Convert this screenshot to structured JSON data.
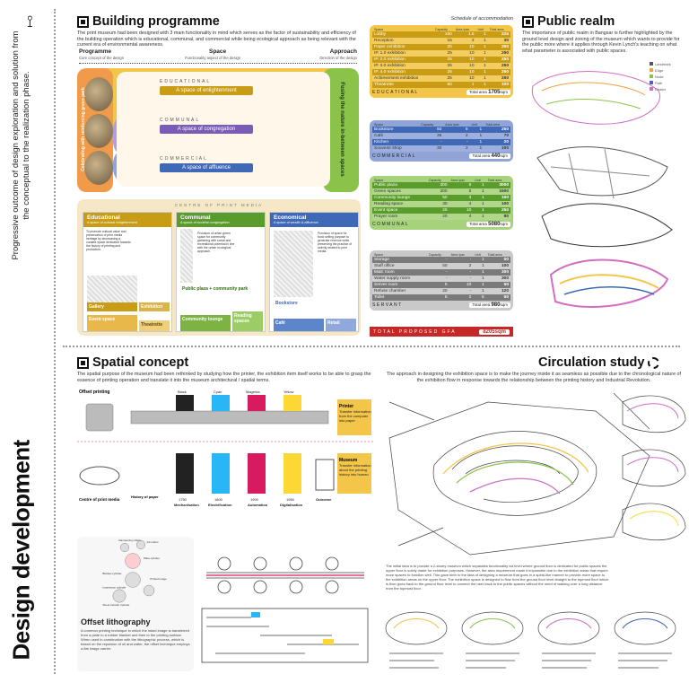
{
  "sidebar": {
    "title": "Design development",
    "subtitle": "Progressive outcome of design exploration and solution from the conceptual to the realization phase."
  },
  "building_programme": {
    "title": "Building programme",
    "description": "The print museum had been designed with 3 main functionality in mind which serves as the factor of sustainability and efficiency of the building operation which is educational, communal, and commercial while being ecological approach as being relevant with the current era of environmental awareness.",
    "programme_label": "Programme",
    "programme_sub": "Core concept of the design",
    "space_label": "Space",
    "space_sub": "Functionality aspect of the design",
    "approach_label": "Approach",
    "approach_sub": "Direction of the design",
    "left_vertical": "Celebrating with reinforcing green park",
    "right_vertical": "Fusing the nature in-between spaces",
    "flows": [
      {
        "label": "EDUCATIONAL",
        "pill": "A space of enlightenment"
      },
      {
        "label": "COMMUNAL",
        "pill": "A space of congregation"
      },
      {
        "label": "COMMERCIAL",
        "pill": "A space of affluence"
      }
    ],
    "cats_head": "CENTRE OF PRINT MEDIA",
    "cats": [
      {
        "title": "Educational",
        "sub": "A space of cultural enlightenment",
        "body": "To promote cultural value and preservation of print media heritage by showcasing a curated space dedicated towards the history of printing and production.",
        "blk1": "Gallery",
        "blk2": "Exhibition",
        "blk3": "Event space",
        "blk4": "Theatrette"
      },
      {
        "title": "Communal",
        "sub": "A space of societal congregation",
        "body": "Provision of urban green space for community gathering with social and recreational potential in line with the urban ecological approach.",
        "blk1": "Public plaza + community park",
        "blk2": "Community lounge",
        "blk3": "Reading spaces"
      },
      {
        "title": "Economical",
        "sub": "A space of wealth & affluence",
        "body": "Provision of space for book selling purpose to generate revenue while preserving the practice of activity related to print media.",
        "blk1": "Bookstore",
        "blk2": "Café",
        "blk3": "Retail"
      }
    ]
  },
  "schedule": {
    "title": "Schedule of accommodation",
    "headers": [
      "Space",
      "Capacity",
      "Area /pax",
      "Unit",
      "Total area"
    ],
    "educational": {
      "label": "EDUCATIONAL",
      "total": "1705",
      "unit": "sqm",
      "rows": [
        [
          "Lobby",
          "150",
          "1.5",
          "1",
          "225"
        ],
        [
          "Reception",
          "15",
          "2",
          "1",
          "30"
        ],
        [
          "Paper exhibition",
          "25",
          "10",
          "1",
          "250"
        ],
        [
          "IP. 1.0 exhibition",
          "25",
          "10",
          "1",
          "250"
        ],
        [
          "IP. 2.0 exhibition",
          "25",
          "10",
          "1",
          "250"
        ],
        [
          "IP. 3.0 exhibition",
          "25",
          "10",
          "1",
          "250"
        ],
        [
          "IP. 4.0 exhibition",
          "25",
          "10",
          "1",
          "250"
        ],
        [
          "Achievement exhibition",
          "25",
          "10",
          "1",
          "250"
        ],
        [
          "Theatrette",
          "60",
          "1",
          "1",
          "100"
        ]
      ]
    },
    "commercial": {
      "label": "COMMERCIAL",
      "total": "440",
      "unit": "sqm",
      "rows": [
        [
          "Bookstore",
          "50",
          "5",
          "1",
          "250"
        ],
        [
          "Café",
          "35",
          "2",
          "1",
          "70"
        ],
        [
          "Kitchen",
          "-",
          "-",
          "1",
          "20"
        ],
        [
          "Souvenir shop",
          "30",
          "2",
          "1",
          "100"
        ]
      ]
    },
    "communal": {
      "label": "COMMUNAL",
      "total": "5080",
      "unit": "sqm",
      "rows": [
        [
          "Public plaza",
          "300",
          "5",
          "1",
          "3000"
        ],
        [
          "Green spaces",
          "300",
          "5",
          "1",
          "1500"
        ],
        [
          "Community lounge",
          "50",
          "3",
          "1",
          "150"
        ],
        [
          "Reading space",
          "30",
          "4",
          "1",
          "100"
        ],
        [
          "Event space",
          "25",
          "10",
          "1",
          "250"
        ],
        [
          "Prayer room",
          "20",
          "4",
          "1",
          "80"
        ]
      ]
    },
    "servant": {
      "label": "SERVANT",
      "total": "980",
      "unit": "sqm",
      "rows": [
        [
          "Storage",
          "-",
          "-",
          "1",
          "50"
        ],
        [
          "Staff office",
          "50",
          "2",
          "1",
          "100"
        ],
        [
          "M&E room",
          "-",
          "-",
          "1",
          "300"
        ],
        [
          "Water supply room",
          "-",
          "-",
          "1",
          "300"
        ],
        [
          "Server room",
          "5",
          "10",
          "1",
          "50"
        ],
        [
          "Refuse chamber",
          "20",
          "-",
          "1",
          "120"
        ],
        [
          "Toilet",
          "5",
          "2",
          "6",
          "60"
        ]
      ]
    },
    "gfa_label": "TOTAL PROPOSED GFA",
    "gfa_total": "8205",
    "gfa_unit": "sqm"
  },
  "public_realm": {
    "title": "Public realm",
    "description": "The importance of public realm in Bangsar is further highlighted by the ground level design and zoning of the museum which wants to provide for the public more where it applies through Kevin Lynch's teaching on what what parameter is associated with public spaces.",
    "legend": [
      "Landmark",
      "Edge",
      "Node",
      "Path",
      "District"
    ]
  },
  "spatial_concept": {
    "title": "Spatial concept",
    "description": "The spatial purpose of the museum had been rethinked by studying how the printer, the exhibition item itself works to be able to grasp the essence of printing operation and translate it into the museum architectural / spatial terms.",
    "offset_title": "Offset printing",
    "printer_label": "Printer",
    "printer_text": "Transfer information from the computer into paper",
    "museum_label": "Museum",
    "museum_text": "Transfer information about the printing history into human",
    "colors": [
      "Black",
      "Cyan",
      "Magenta",
      "Yellow"
    ],
    "years": [
      "1750",
      "1800",
      "1900",
      "1950"
    ],
    "eras": [
      "Mechanisation",
      "Electrification",
      "Automation",
      "Digitalisation"
    ],
    "history_label": "History of paper",
    "outcome_label": "Outcome",
    "centre_label": "Centre of print media",
    "litho_title": "Offset lithography",
    "litho_text": "A common printing technique in which the inked image is transferred from a plate to a rubber blanket and then to the printing surface. When used in combination with the lithographic process, which is based on the repulsion of oil and water, the offset technique employs a flat image carrier.",
    "litho_parts": [
      "Dampening rollers",
      "Ink rollers",
      "Plate cylinder",
      "Blanket cylinder",
      "Impression cylinder",
      "Sheet transfer cylinder",
      "Printed image"
    ]
  },
  "circulation_study": {
    "title": "Circulation study",
    "description": "The approach in designing the exhibition space is to make the journey inside it as seamless as possible due to the chronological nature of the exhibition flow in response towards the relationship between the printing history and Industrial Revolution.",
    "body": "The initial idea is to provide a 2-storey museum which separates functionality via level where ground floor is dedicated for public spaces the upper floor is solely made for exhibition purposes. However, the area requirement made it impossible due to the exhibition areas that require more spaces to function well. This gave birth to the idea of designing a museum that goes in a spiral-like manner to provide more space to the exhibition areas on the upper floor. The exhibition space is designed to flow from the ground floor level straight to the topmost floor which is then goes back to the ground floor level to connect the user back to the public spaces without the need of walking over a long distance from the topmost floor."
  },
  "colors": {
    "educational": "#c99c16",
    "communal": "#5a9c2c",
    "commercial": "#3f68b6",
    "servant": "#7a7a7a",
    "gfa": "#c62828"
  }
}
